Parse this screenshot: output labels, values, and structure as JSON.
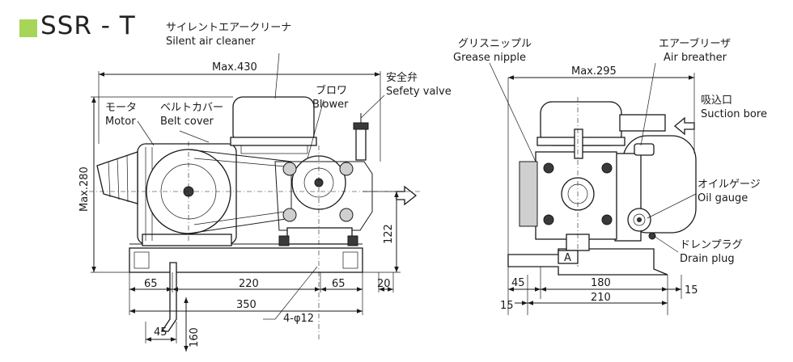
{
  "title": "SSR - T",
  "accent_color": "#a8d45a",
  "labels": {
    "silencer_jp": "サイレントエアークリーナ",
    "silencer_en": "Silent air cleaner",
    "motor_jp": "モータ",
    "motor_en": "Motor",
    "beltcover_jp": "ベルトカバー",
    "beltcover_en": "Belt cover",
    "blower_jp": "ブロワ",
    "blower_en": "Blower",
    "safety_jp": "安全弁",
    "safety_en": "Sefety valve",
    "grease_jp": "グリスニップル",
    "grease_en": "Grease nipple",
    "breather_jp": "エアーブリーザ",
    "breather_en": "Air breather",
    "suction_jp": "吸込口",
    "suction_en": "Suction bore",
    "oil_jp": "オイルゲージ",
    "oil_en": "Oil gauge",
    "drain_jp": "ドレンプラグ",
    "drain_en": "Drain plug",
    "view_a": "A"
  },
  "dimensions": {
    "front_max_width": "Max.430",
    "front_max_height": "Max.280",
    "d_65_left": "65",
    "d_220": "220",
    "d_65_right": "65",
    "d_20": "20",
    "d_350": "350",
    "d_122": "122",
    "d_hole": "4-φ12",
    "d_45_foot": "45",
    "d_160": "160",
    "side_max_width": "Max.295",
    "s_45": "45",
    "s_180": "180",
    "s_15_right": "15",
    "s_15_left": "15",
    "s_210": "210"
  }
}
